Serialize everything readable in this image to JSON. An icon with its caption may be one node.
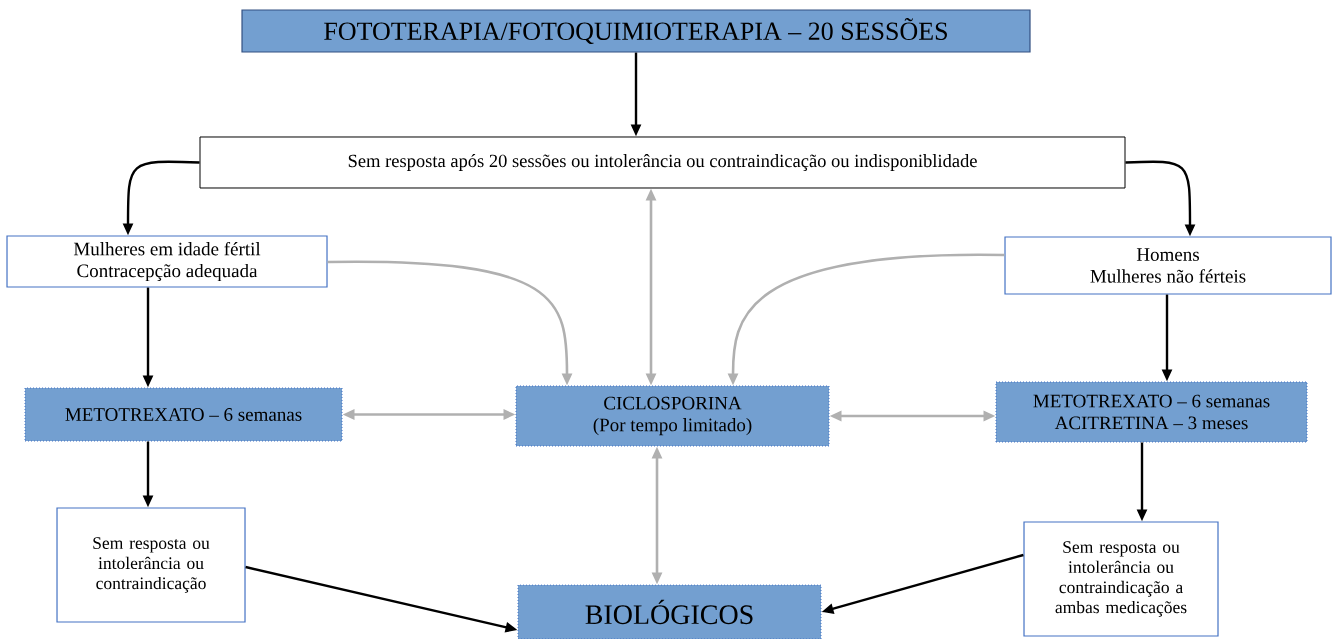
{
  "diagram": {
    "nodes": [
      {
        "text": [
          "FOTOTERAPIA/FOTOQUIMIOTERAPIA – 20 SESSÕES"
        ]
      },
      {
        "text": [
          "Sem resposta após 20 sessões ou intolerância ou contraindicação ou indisponiblidade"
        ]
      },
      {
        "text": [
          "Mulheres em idade fértil",
          "Contracepção adequada"
        ]
      },
      {
        "text": [
          "Homens",
          "Mulheres não férteis"
        ]
      },
      {
        "text": [
          "METOTREXATO – 6 semanas"
        ]
      },
      {
        "text": [
          "CICLOSPORINA",
          "(Por tempo limitado)"
        ]
      },
      {
        "text": [
          "METOTREXATO – 6 semanas",
          "ACITRETINA – 3 meses"
        ]
      },
      {
        "text": [
          "Sem resposta ou intolerância ou contraindicação"
        ]
      },
      {
        "text": [
          "Sem resposta ou intolerância ou contraindicação a ambas medicações"
        ]
      },
      {
        "text": [
          "BIOLÓGICOS"
        ]
      }
    ],
    "edges": [
      {
        "from": 0,
        "to": 1,
        "arrow": "to"
      },
      {
        "from": 1,
        "to": 2,
        "arrow": "to"
      },
      {
        "from": 1,
        "to": 3,
        "arrow": "to"
      },
      {
        "from": 2,
        "to": 4,
        "arrow": "to"
      },
      {
        "from": 3,
        "to": 6,
        "arrow": "to"
      },
      {
        "from": 4,
        "to": 7,
        "arrow": "to"
      },
      {
        "from": 6,
        "to": 8,
        "arrow": "to"
      },
      {
        "from": 7,
        "to": 9,
        "arrow": "to"
      },
      {
        "from": 8,
        "to": 9,
        "arrow": "to"
      },
      {
        "from": 2,
        "to": 5,
        "arrow": "to",
        "color": "#b0b0b0"
      },
      {
        "from": 3,
        "to": 5,
        "arrow": "to",
        "color": "#b0b0b0"
      },
      {
        "from": 4,
        "to": 5,
        "arrow": "both",
        "color": "#b0b0b0"
      },
      {
        "from": 5,
        "to": 6,
        "arrow": "both",
        "color": "#b0b0b0"
      },
      {
        "from": 5,
        "to": 1,
        "arrow": "both",
        "color": "#b0b0b0"
      },
      {
        "from": 5,
        "to": 9,
        "arrow": "both",
        "color": "#b0b0b0"
      }
    ]
  }
}
